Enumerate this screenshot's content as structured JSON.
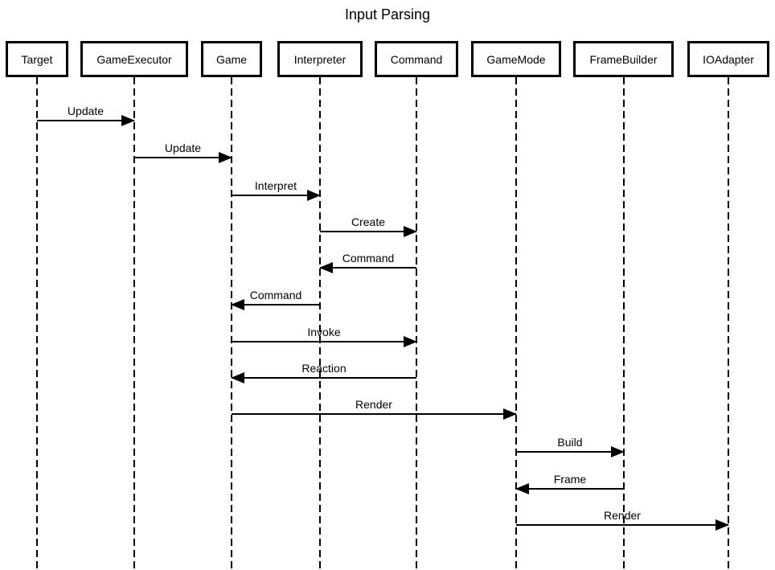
{
  "title": "Input Parsing",
  "diagram_type": "uml-sequence-diagram",
  "colors": {
    "line": "#000000",
    "text": "#000000",
    "background": "#ffffff"
  },
  "participants": [
    {
      "name": "Target"
    },
    {
      "name": "GameExecutor"
    },
    {
      "name": "Game"
    },
    {
      "name": "Interpreter"
    },
    {
      "name": "Command"
    },
    {
      "name": "GameMode"
    },
    {
      "name": "FrameBuilder"
    },
    {
      "name": "IOAdapter"
    }
  ],
  "messages": [
    {
      "label": "Update",
      "from": "Target",
      "to": "GameExecutor",
      "direction": "right"
    },
    {
      "label": "Update",
      "from": "GameExecutor",
      "to": "Game",
      "direction": "right"
    },
    {
      "label": "Interpret",
      "from": "Game",
      "to": "Interpreter",
      "direction": "right"
    },
    {
      "label": "Create",
      "from": "Interpreter",
      "to": "Command",
      "direction": "right"
    },
    {
      "label": "Command",
      "from": "Command",
      "to": "Interpreter",
      "direction": "left"
    },
    {
      "label": "Command",
      "from": "Interpreter",
      "to": "Game",
      "direction": "left"
    },
    {
      "label": "Invoke",
      "from": "Game",
      "to": "Command",
      "direction": "right"
    },
    {
      "label": "Reaction",
      "from": "Command",
      "to": "Game",
      "direction": "left"
    },
    {
      "label": "Render",
      "from": "Game",
      "to": "GameMode",
      "direction": "right"
    },
    {
      "label": "Build",
      "from": "GameMode",
      "to": "FrameBuilder",
      "direction": "right"
    },
    {
      "label": "Frame",
      "from": "FrameBuilder",
      "to": "GameMode",
      "direction": "left"
    },
    {
      "label": "Render",
      "from": "GameMode",
      "to": "IOAdapter",
      "direction": "right"
    }
  ]
}
